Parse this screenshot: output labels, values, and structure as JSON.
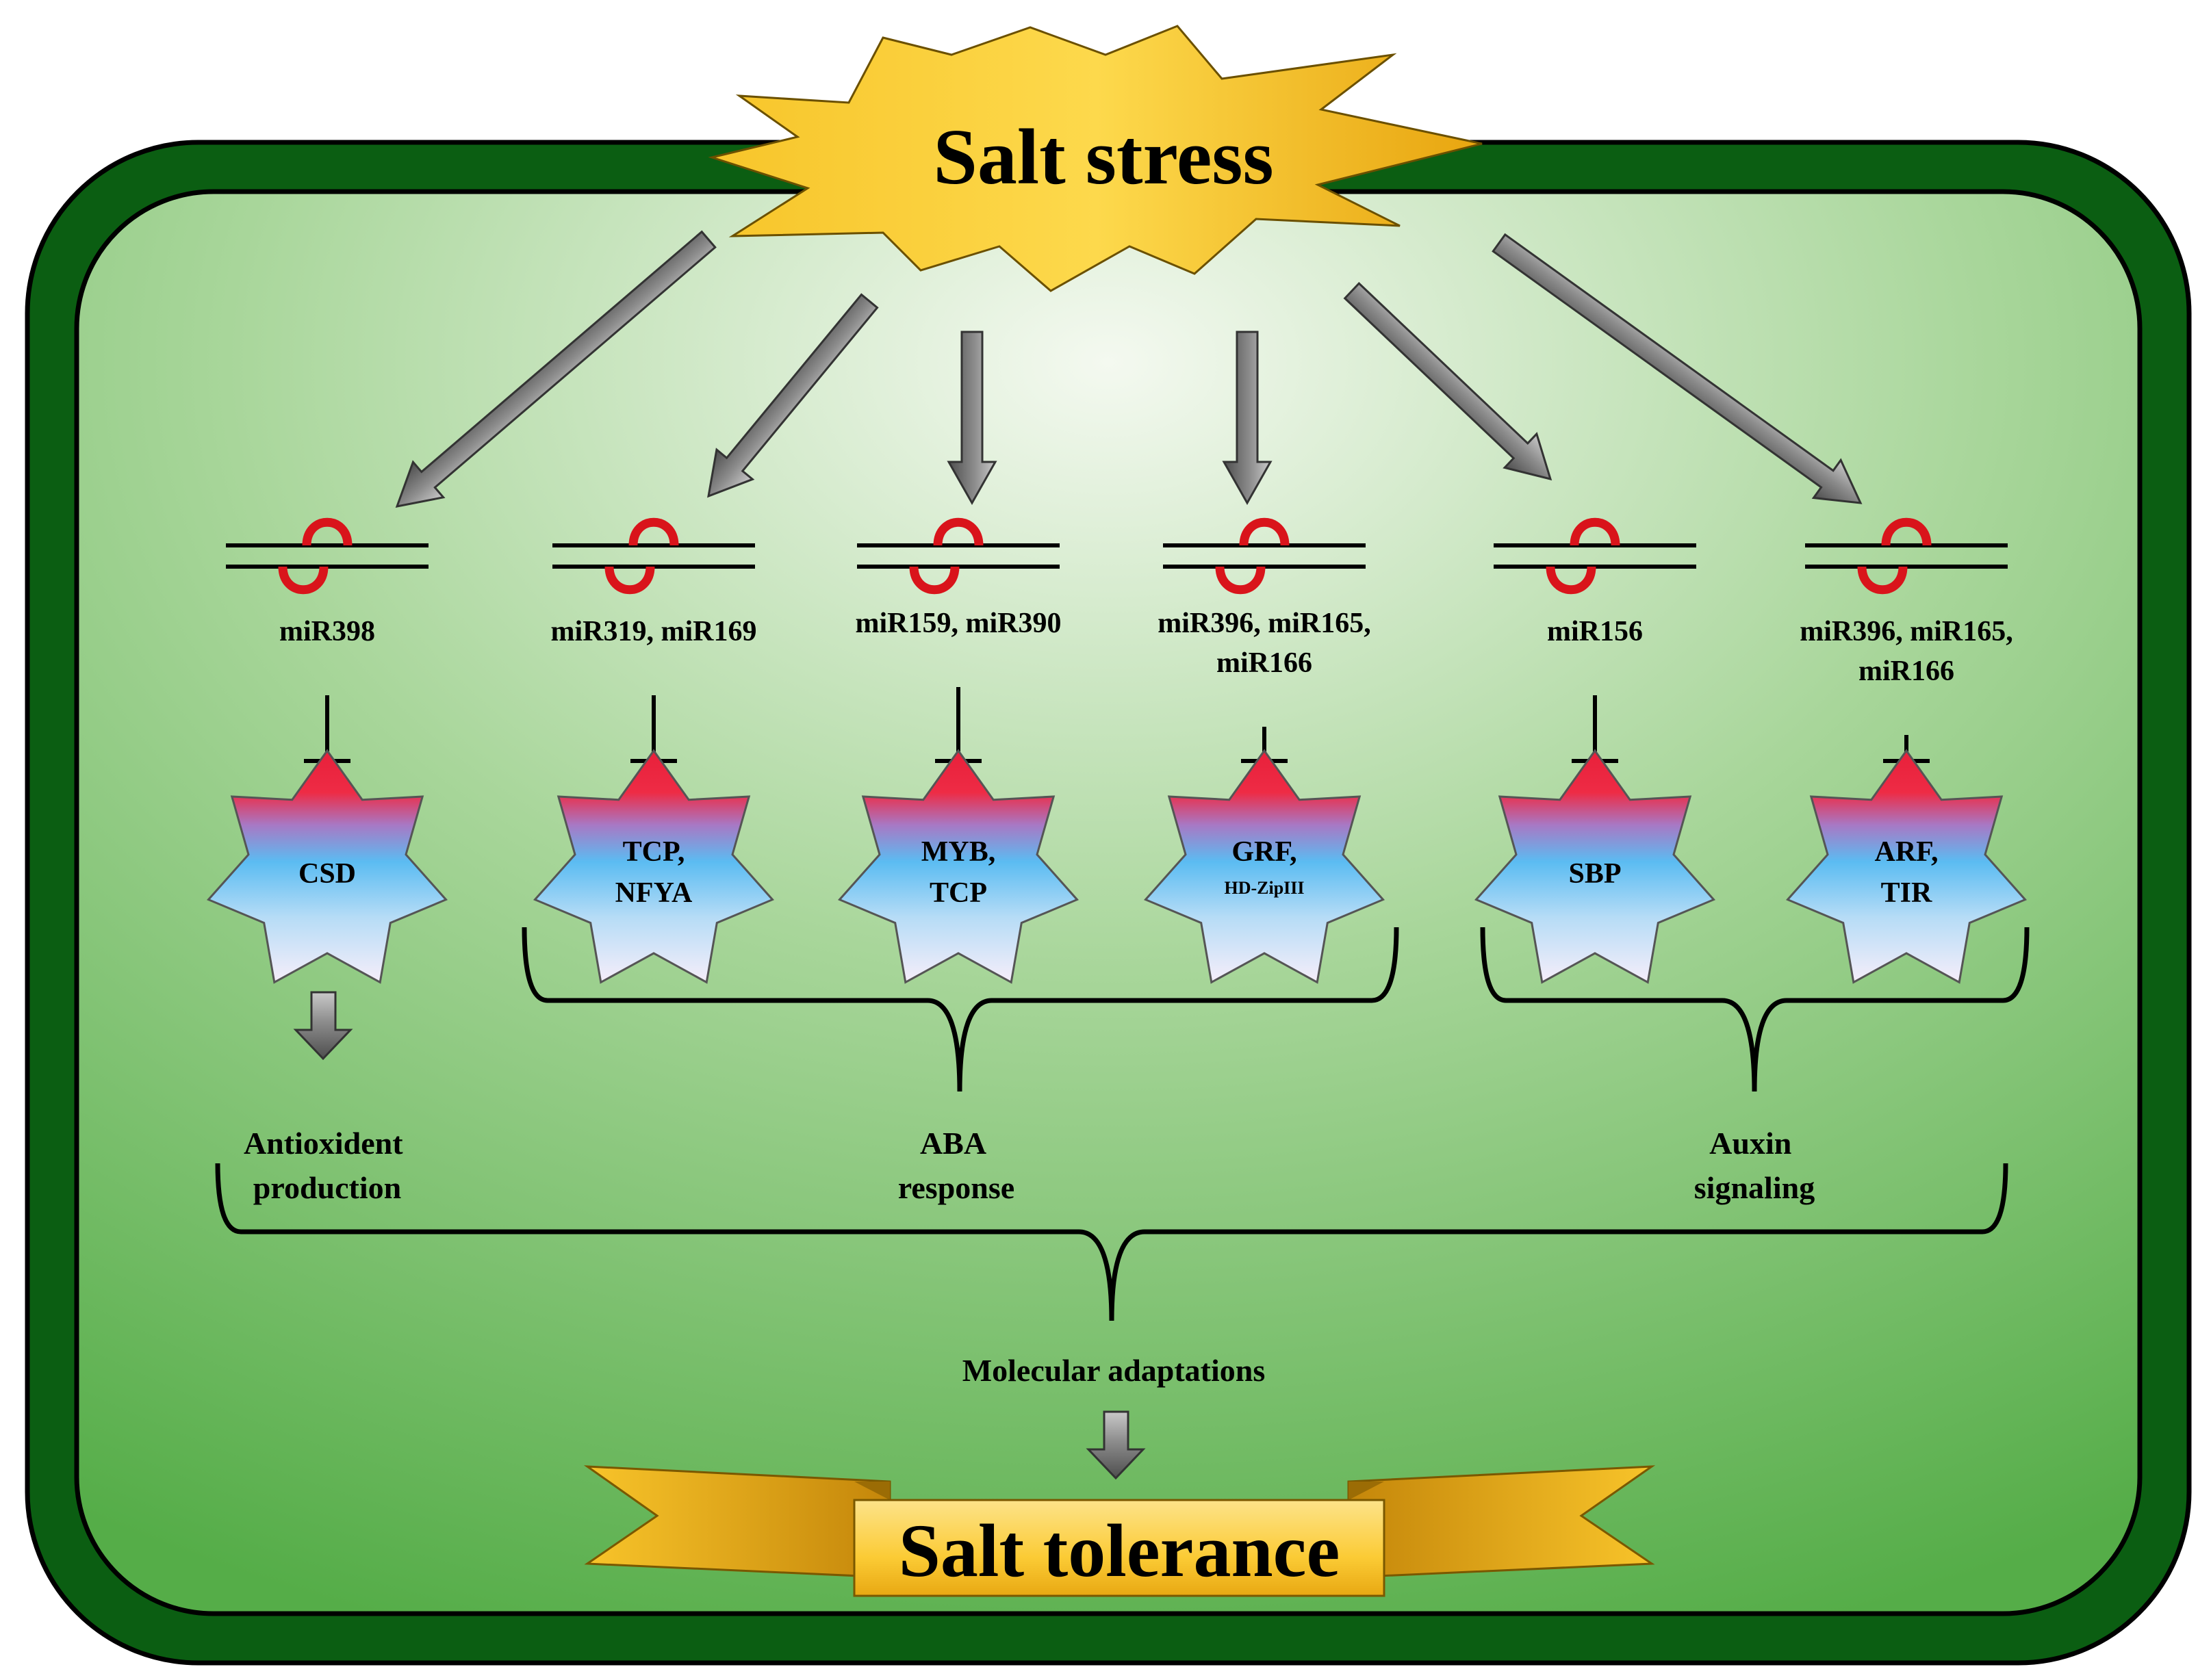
{
  "title": "Salt stress",
  "outcome": "Salt tolerance",
  "pathways": [
    {
      "mirna_lines": [
        "miR398"
      ],
      "target_lines": [
        "CSD"
      ]
    },
    {
      "mirna_lines": [
        "miR319, miR169"
      ],
      "target_lines": [
        "TCP,",
        "NFYA"
      ]
    },
    {
      "mirna_lines": [
        "miR159, miR390"
      ],
      "target_lines": [
        "MYB,",
        "TCP"
      ]
    },
    {
      "mirna_lines": [
        "miR396, miR165,",
        "miR166"
      ],
      "target_lines": [
        "GRF,",
        "HD-ZipIII"
      ]
    },
    {
      "mirna_lines": [
        "miR156"
      ],
      "target_lines": [
        "SBP"
      ]
    },
    {
      "mirna_lines": [
        "miR396, miR165,",
        "miR166"
      ],
      "target_lines": [
        "ARF,",
        "TIR"
      ]
    }
  ],
  "responses": [
    {
      "lines": [
        "Antioxident",
        "production"
      ]
    },
    {
      "lines": [
        "ABA",
        "response"
      ]
    },
    {
      "lines": [
        "Auxin",
        "signaling"
      ]
    }
  ],
  "adaptations": "Molecular adaptations",
  "colors": {
    "cell_wall": "#0b5e12",
    "cytoplasm_center": "#f4f9f0",
    "cytoplasm_edge": "#5fb552",
    "burst": "#f6b913",
    "rna_loop": "#d9141b",
    "star_top": "#e8203a",
    "star_mid": "#63c1f2",
    "star_bottom": "#f4eefa",
    "arrow": "#8a8a8a"
  }
}
